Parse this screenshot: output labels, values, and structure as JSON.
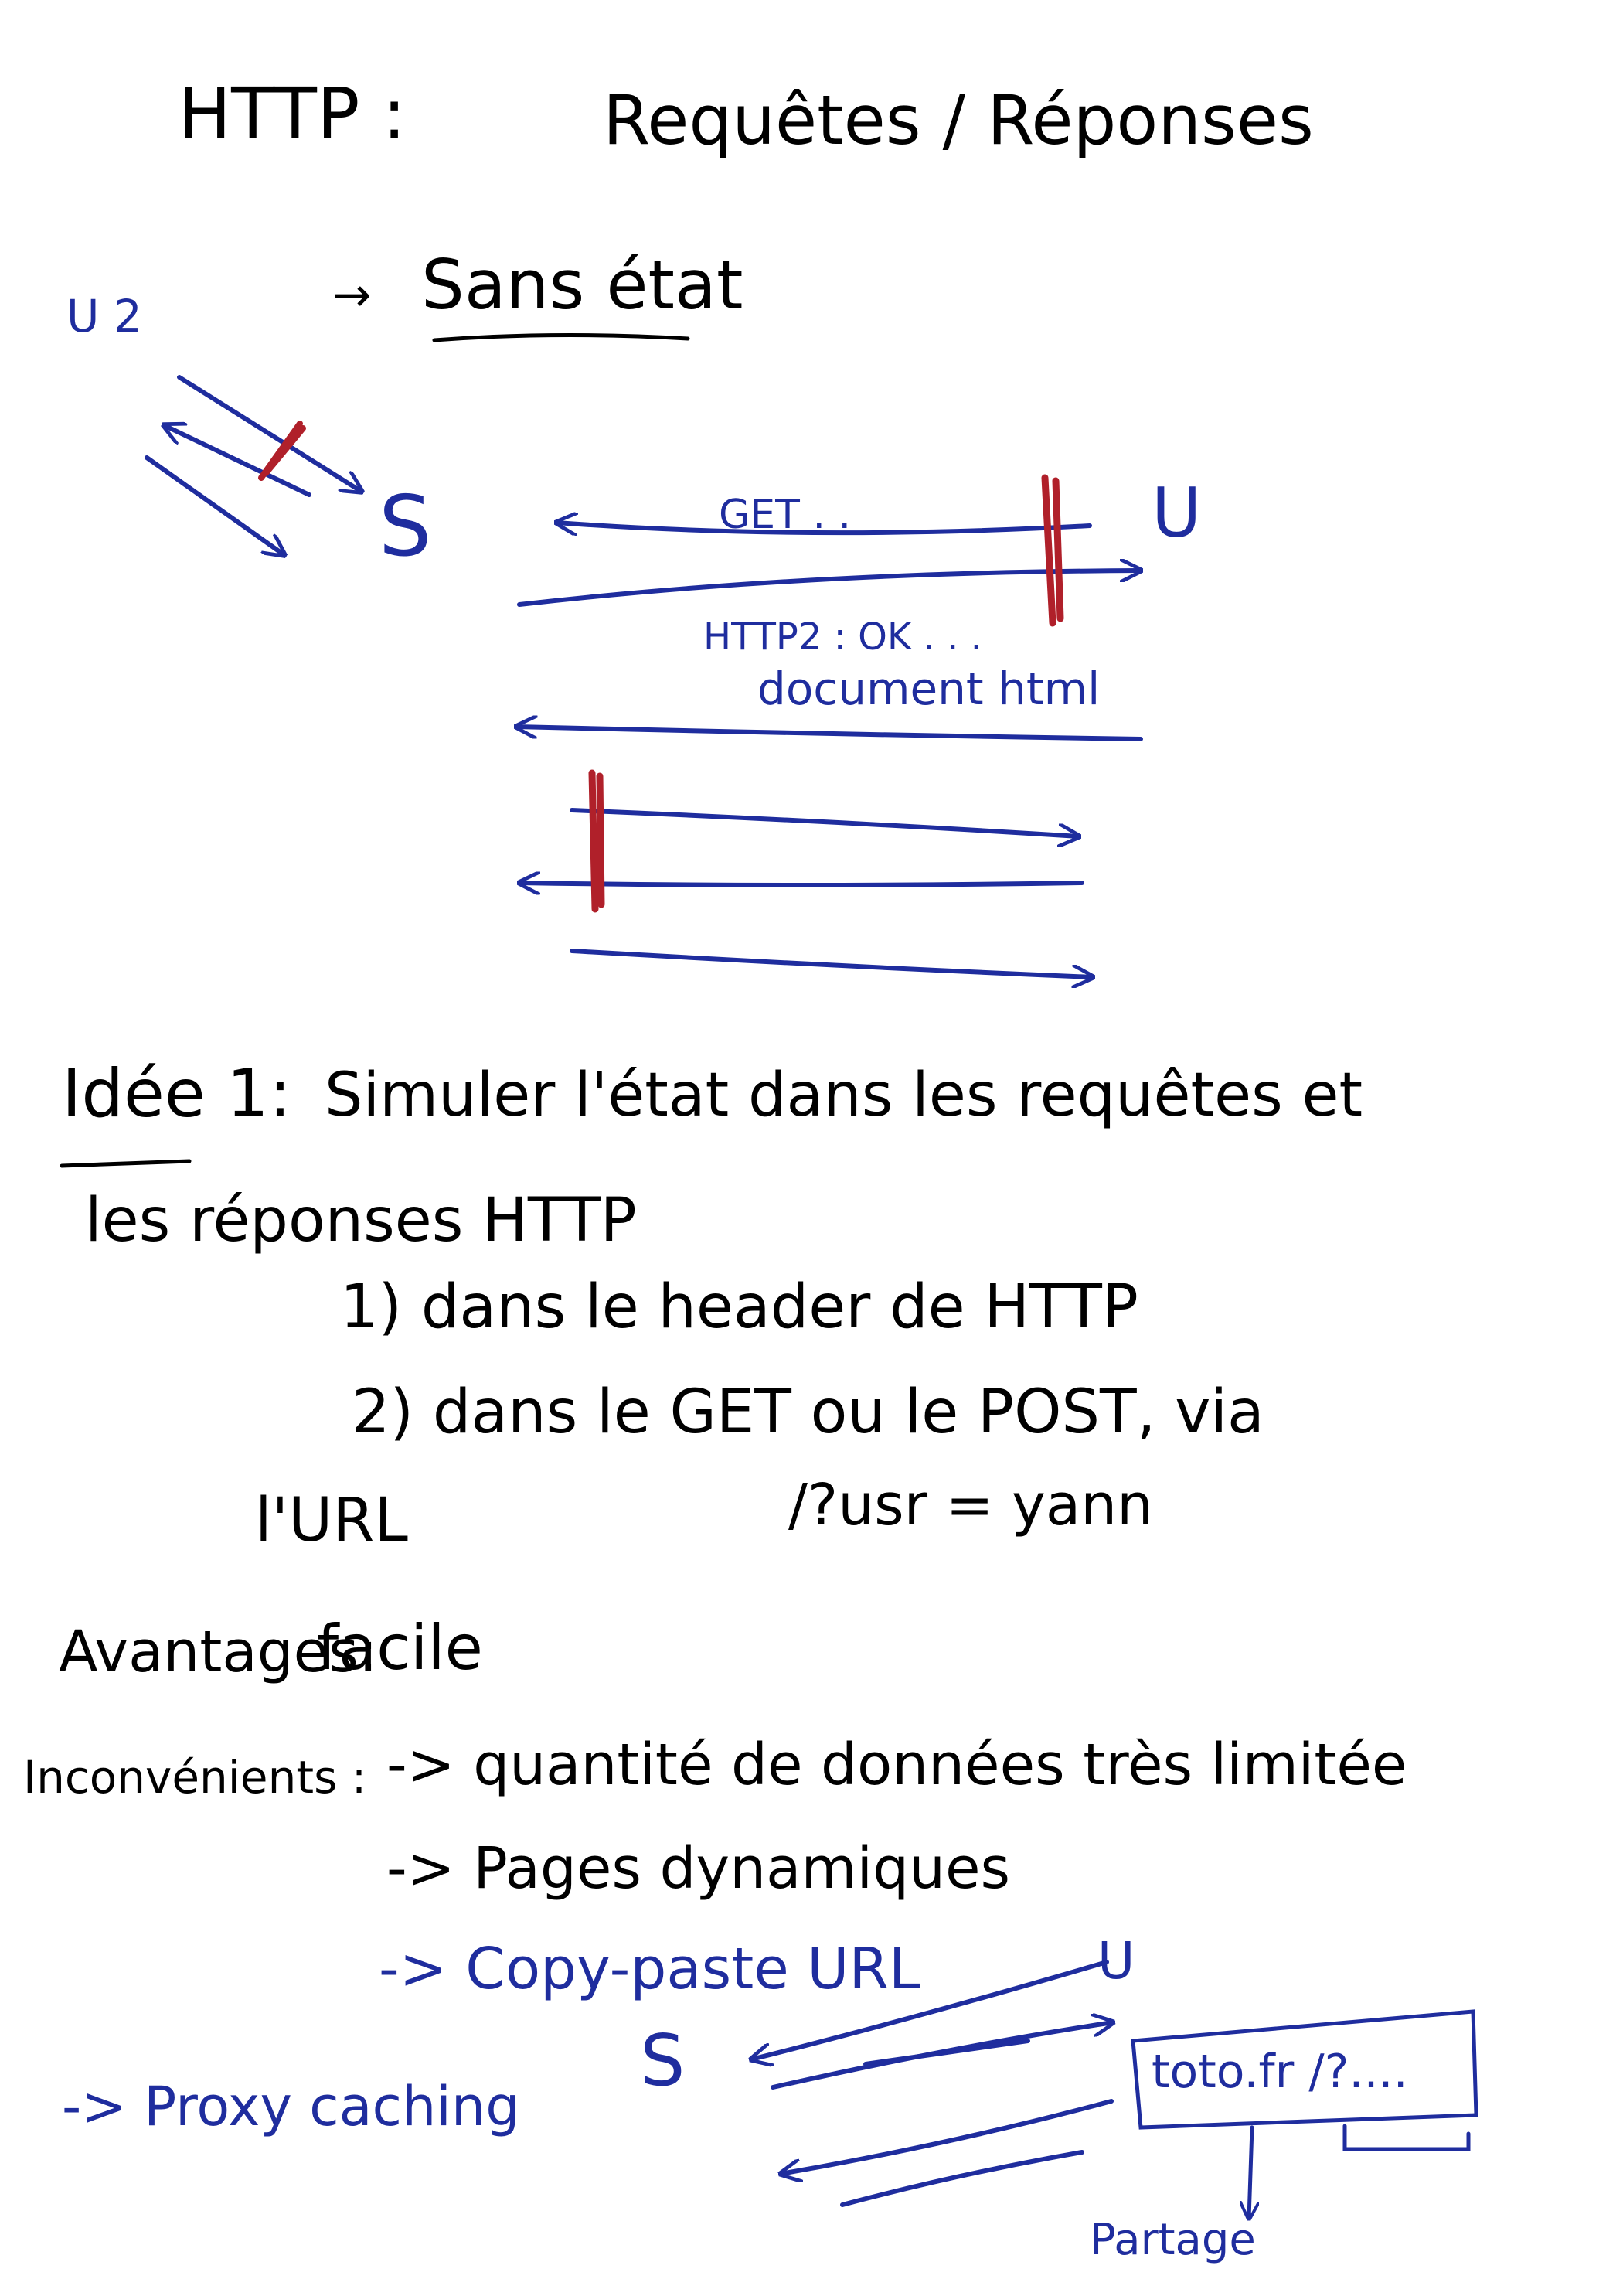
{
  "page": {
    "title": "HTTP :",
    "title_right": "Requêtes / Réponses",
    "subtitle": "Sans état"
  },
  "diagram_top": {
    "user2_label": "U 2",
    "server_label": "S",
    "user_label": "U",
    "get_label": "GET . .",
    "response_label": "HTTP2 : OK . . .",
    "response_doc": "document html"
  },
  "idea": {
    "label": "Idée 1:",
    "text": "Simuler l'état dans les requêtes et",
    "text_line2": "les réponses HTTP",
    "point1": "1) dans le header de HTTP",
    "point2": "2) dans le GET ou le POST, via",
    "url_label": "l'URL",
    "url_example": "/?usr = yann"
  },
  "pros_cons": {
    "advantages_label": "Avantages:",
    "advantages_value": "facile",
    "drawbacks_label": "Inconvénients :",
    "drawbacks": [
      "-> quantité de données très limitée",
      "-> Pages dynamiques",
      "-> Copy-paste URL",
      "-> Proxy caching"
    ]
  },
  "diagram_bottom": {
    "server_label": "S",
    "user_label": "U",
    "url_box_text": "toto.fr /?....",
    "share_label": "Partage"
  },
  "colors": {
    "ink_black": "#000000",
    "ink_blue": "#1f2d9e",
    "ink_red": "#b0202a"
  }
}
